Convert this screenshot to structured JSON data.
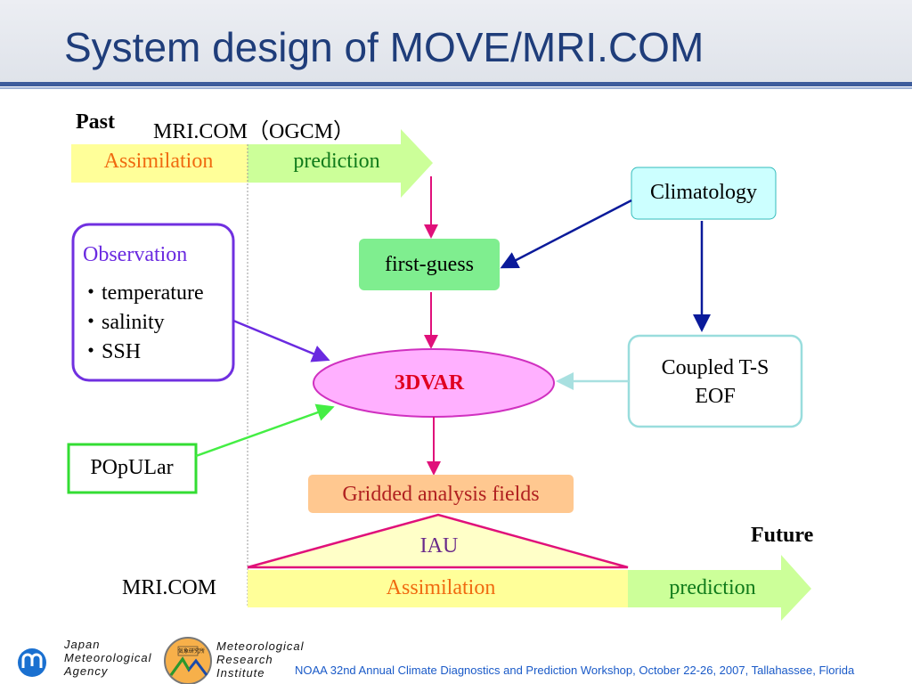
{
  "title": "System design of MOVE/MRI.COM",
  "top": {
    "past": "Past",
    "model": "MRI.COM（OGCM）",
    "assimilation": "Assimilation",
    "prediction": "prediction"
  },
  "boxes": {
    "climatology": "Climatology",
    "first_guess": "first-guess",
    "observation": {
      "title": "Observation",
      "items": [
        "・temperature",
        "・salinity",
        "・SSH"
      ]
    },
    "threedvar": "3DVAR",
    "eof": [
      "Coupled T-S",
      "EOF"
    ],
    "popular": "POpULar",
    "gridded": "Gridded analysis fields",
    "iau": "IAU"
  },
  "bottom": {
    "future": "Future",
    "model": "MRI.COM",
    "assimilation": "Assimilation",
    "prediction": "prediction"
  },
  "footer": {
    "jma": [
      "Japan",
      "Meteorological",
      "Agency"
    ],
    "mri": [
      "Meteorological",
      "Research",
      "Institute"
    ],
    "mri_seal_text": "気象研究所",
    "citation": "NOAA 32nd Annual Climate Diagnostics and Prediction Workshop, October 22-26, 2007, Tallahassee, Florida"
  },
  "colors": {
    "title": "#1f3d7a",
    "assim_text": "#f06a10",
    "pred_text": "#0f7a1a",
    "threedvar_text": "#e00020",
    "pink_arrow": "#e0107a"
  }
}
